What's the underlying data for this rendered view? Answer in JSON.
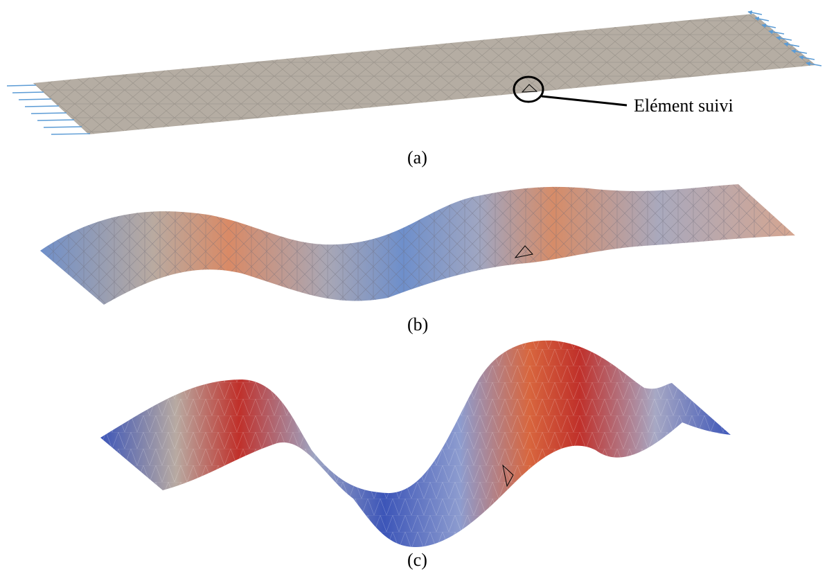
{
  "figure": {
    "annotation_label": "Elément suivi",
    "captions": [
      "(a)",
      "(b)",
      "(c)"
    ],
    "colors": {
      "plate_flat": "#b5ada3",
      "mesh_line": "#8a857d",
      "load_arrow": "#5b9bd5",
      "low_deflection": "#3c55b8",
      "mid_deflection": "#b8b2aa",
      "high_deflection": "#c0302a",
      "tracked_element_outline": "#000000"
    },
    "panels": [
      {
        "label": "(a)",
        "state": "flat plate under in-plane compressive load"
      },
      {
        "label": "(b)",
        "state": "moderate buckled shape"
      },
      {
        "label": "(c)",
        "state": "large buckled shape"
      }
    ]
  }
}
